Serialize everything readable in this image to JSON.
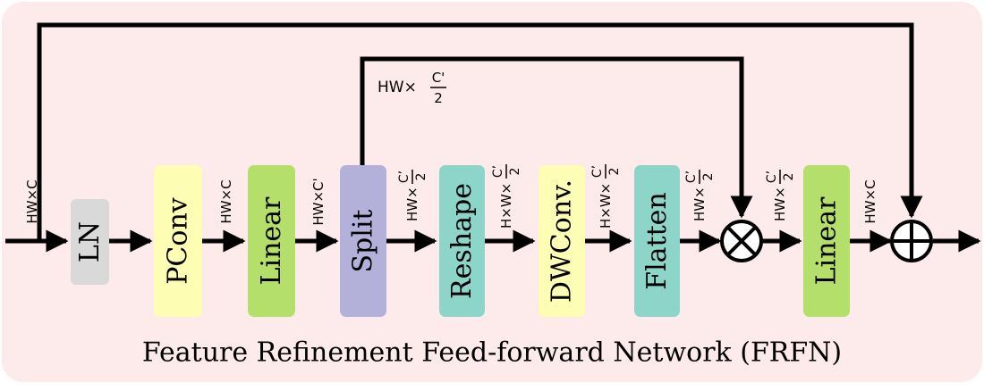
{
  "diagram": {
    "title": "Feature Refinement Feed-forward Network (FRFN)",
    "colors": {
      "background": "#fdeaea",
      "line": "#000000",
      "ln": "#d9d9d9",
      "pconv": "#fdfdb4",
      "linear": "#b5df6b",
      "split": "#b3b1da",
      "reshape": "#8dd5c9",
      "dwconv": "#fdfdb4",
      "flatten": "#8dd5c9"
    },
    "blocks": {
      "ln": "LN",
      "pconv": "PConv",
      "linear1": "Linear",
      "split": "Split",
      "reshape": "Reshape",
      "dwconv": "DWConv.",
      "flatten": "Flatten",
      "linear2": "Linear"
    },
    "operators": {
      "multiply": "⊗",
      "add": "⊕"
    },
    "dims": {
      "input": "HW×C",
      "after_pconv": "HW×C",
      "after_linear": "HW×C'",
      "after_split_pre": "HW×",
      "after_split_frac": "C'/2",
      "after_reshape_pre": "H×W×",
      "after_reshape_frac": "C'/2",
      "after_dwconv_pre": "H×W×",
      "after_dwconv_frac": "C'/2",
      "after_flatten_pre": "HW×",
      "after_flatten_frac": "C'/2",
      "after_multiply_pre": "HW×",
      "after_multiply_frac": "C'/2",
      "after_linear2": "HW×C",
      "branch_pre": "HW×",
      "branch_num": "C'",
      "branch_den": "2"
    }
  }
}
